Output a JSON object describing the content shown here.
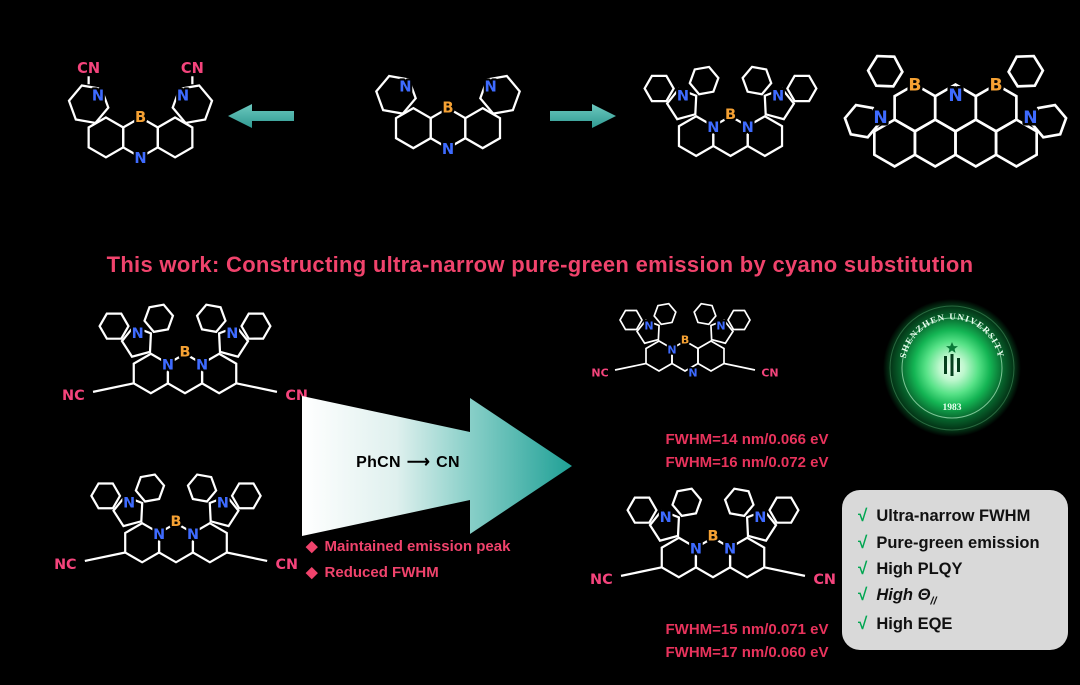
{
  "colors": {
    "background": "#000000",
    "accent_pink": "#f0436c",
    "fwhm_red": "#e8335c",
    "teal_arrow": "#2f9a91",
    "atom_nitrogen_blue": "#3e6bff",
    "atom_boron_orange": "#f5a133",
    "check_green": "#00a651",
    "panel_gray": "#d9d9d9",
    "seal_green": "#14b554"
  },
  "atoms": {
    "B": "B",
    "N": "N",
    "NC": "NC",
    "CN": "CN"
  },
  "title": {
    "text": "This work: Constructing ultra-narrow pure-green emission by cyano substitution"
  },
  "reaction": {
    "from": "PhCN",
    "arrow": "⟶",
    "to": "CN"
  },
  "bullets": {
    "icon": "◆",
    "items": [
      "Maintained emission peak",
      "Reduced FWHM"
    ]
  },
  "results": {
    "block1": [
      "FWHM=14 nm/0.066 eV",
      "FWHM=16 nm/0.072 eV"
    ],
    "block2": [
      "FWHM=15 nm/0.071 eV",
      "FWHM=17 nm/0.060 eV"
    ]
  },
  "seal": {
    "name": "SHENZHEN UNIVERSITY",
    "year": "1983"
  },
  "checklist": {
    "check": "√",
    "items": [
      {
        "label": "Ultra-narrow FWHM"
      },
      {
        "label": "Pure-green emission"
      },
      {
        "label": "High PLQY"
      },
      {
        "label": "High Θ",
        "sub": "//"
      },
      {
        "label": "High EQE"
      }
    ]
  }
}
